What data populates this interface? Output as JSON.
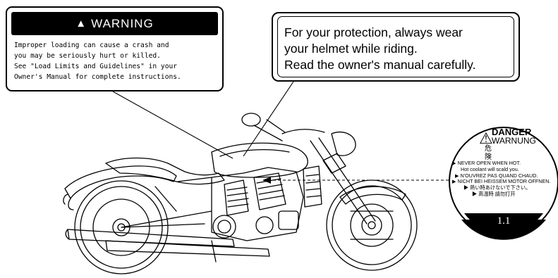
{
  "warning_label": {
    "title": "WARNING",
    "lines": [
      "Improper loading can cause a crash and",
      "you may be seriously hurt or killed.",
      "See \"Load Limits and Guidelines\" in your",
      "Owner's Manual for complete instructions."
    ]
  },
  "helmet_label": {
    "lines": [
      "For your protection, always wear",
      "your helmet while riding.",
      "Read the owner's manual carefully."
    ]
  },
  "radiator_cap_label": {
    "title": "DANGER",
    "subtitle": "WARNUNG",
    "japanese_title": "危 険",
    "lines": [
      "▶ NEVER OPEN WHEN HOT.",
      "Hot coolant will scald you.",
      "▶ N'OUVREZ PAS QUAND CHAUD.",
      "▶ NICHT BEI HEISSEM MOTOR OFFNEN.",
      "▶ 熱い時あけないで下さい。",
      "▶ 高温時 請勿打开"
    ],
    "number": "1.1"
  },
  "colors": {
    "ink": "#000000",
    "paper": "#ffffff"
  }
}
